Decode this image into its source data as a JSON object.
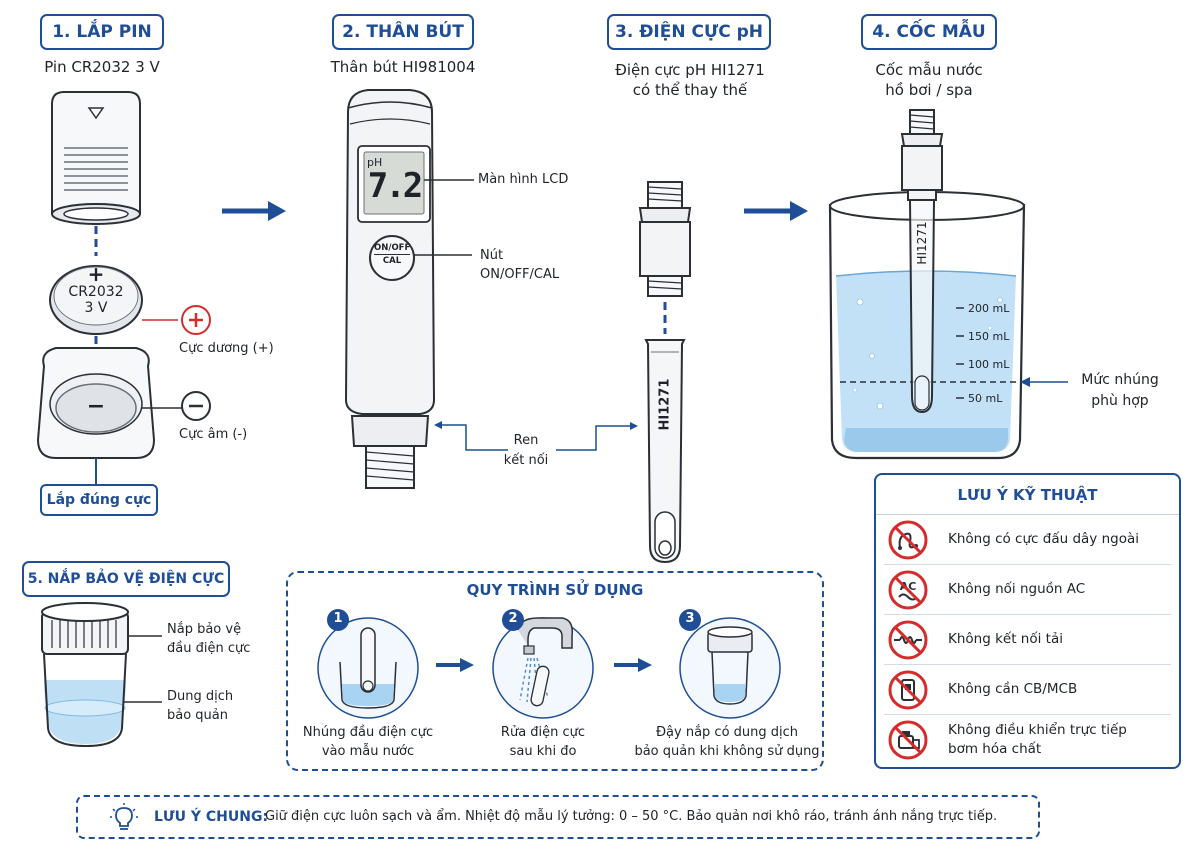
{
  "sections": {
    "battery": {
      "title": "1. LẮP PIN",
      "subtitle": "Pin CR2032 3 V",
      "coin_plus": "+",
      "coin_line1": "CR2032",
      "coin_line2": "3 V",
      "minus_sign": "−",
      "positive_label": "Cực dương (+)",
      "negative_label": "Cực âm (-)",
      "correct_polarity": "Lắp đúng cực"
    },
    "body": {
      "title": "2. THÂN BÚT",
      "subtitle": "Thân bút HI981004",
      "lcd_unit": "pH",
      "lcd_value": "7.2",
      "lcd_label": "Màn hình LCD",
      "button_line1": "ON/OFF",
      "button_line2": "CAL",
      "button_label_line1": "Nút",
      "button_label_line2": "ON/OFF/CAL",
      "thread_label_line1": "Ren",
      "thread_label_line2": "kết nối"
    },
    "electrode": {
      "title": "3. ĐIỆN CỰC pH",
      "subtitle_line1": "Điện cực pH HI1271",
      "subtitle_line2": "có thể thay thế",
      "model_text": "HI1271"
    },
    "sample": {
      "title": "4. CỐC MẪU",
      "subtitle_line1": "Cốc mẫu nước",
      "subtitle_line2": "hồ bơi / spa",
      "probe_text": "HI1271",
      "marks": [
        "200 mL",
        "150 mL",
        "100 mL",
        "50 mL"
      ],
      "immersion_line1": "Mức nhúng",
      "immersion_line2": "phù hợp"
    },
    "cap": {
      "title": "5. NẮP BẢO VỆ ĐIỆN CỰC",
      "cap_label_line1": "Nắp bảo vệ",
      "cap_label_line2": "đầu điện cực",
      "solution_line1": "Dung dịch",
      "solution_line2": "bảo quản"
    }
  },
  "process": {
    "title": "QUY TRÌNH SỬ DỤNG",
    "steps": [
      {
        "num": "1",
        "line1": "Nhúng đầu điện cực",
        "line2": "vào mẫu nước"
      },
      {
        "num": "2",
        "line1": "Rửa điện cực",
        "line2": "sau khi đo"
      },
      {
        "num": "3",
        "line1": "Đậy nắp có dung dịch",
        "line2": "bảo quản khi không sử dụng"
      }
    ]
  },
  "technical_notes": {
    "title": "LƯU Ý KỸ THUẬT",
    "items": [
      {
        "icon": "no-external-wire-icon",
        "line1": "Không có cực đấu dây ngoài",
        "line2": ""
      },
      {
        "icon": "no-ac-power-icon",
        "line1": "Không nối nguồn AC",
        "line2": ""
      },
      {
        "icon": "no-load-icon",
        "line1": "Không kết nối tải",
        "line2": ""
      },
      {
        "icon": "no-breaker-icon",
        "line1": "Không cần CB/MCB",
        "line2": ""
      },
      {
        "icon": "no-chemical-pump-icon",
        "line1": "Không điều khiển trực tiếp",
        "line2": "bơm hóa chất"
      }
    ],
    "ac_text": "AC"
  },
  "general_note": {
    "title": "LƯU Ý CHUNG:",
    "text": "Giữ điện cực luôn sạch và ẩm. Nhiệt độ mẫu lý tưởng: 0 – 50 °C. Bảo quản nơi khô ráo, tránh ánh nắng trực tiếp."
  },
  "colors": {
    "accent": "#1f4e96",
    "red": "#d62b2b",
    "water": "#a9d3f2",
    "outline": "#2b2f36"
  }
}
